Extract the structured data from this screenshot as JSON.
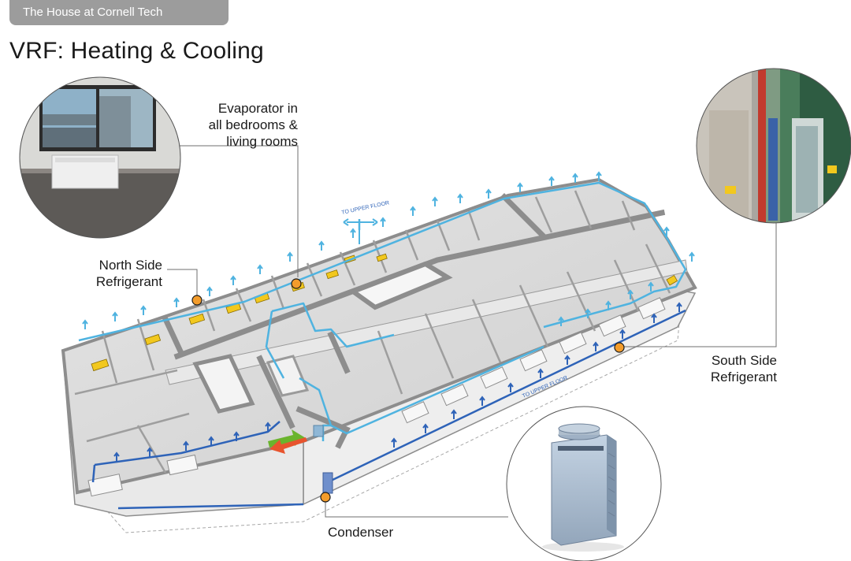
{
  "header": {
    "tag": "The House at Cornell Tech"
  },
  "title": "VRF: Heating & Cooling",
  "callouts": {
    "evaporator": [
      "Evaporator in",
      "all bedrooms &",
      "living rooms"
    ],
    "north": [
      "North Side",
      "Refrigerant"
    ],
    "south": [
      "South Side",
      "Refrigerant"
    ],
    "condenser": "Condenser"
  },
  "pipe_labels": {
    "upper_floor_north": "TO UPPER FLOOR",
    "upper_floor_south": "TO UPPER FLOOR"
  },
  "colors": {
    "pipe_light": "#4fb3e0",
    "pipe_dark": "#2e63b8",
    "evaporator": "#f2c81e",
    "marker": "#f39c2b",
    "supply_arrow": "#6ab42d",
    "return_arrow": "#e8542e",
    "wall": "#8d8d8d",
    "floor": "#d9d9d9"
  }
}
